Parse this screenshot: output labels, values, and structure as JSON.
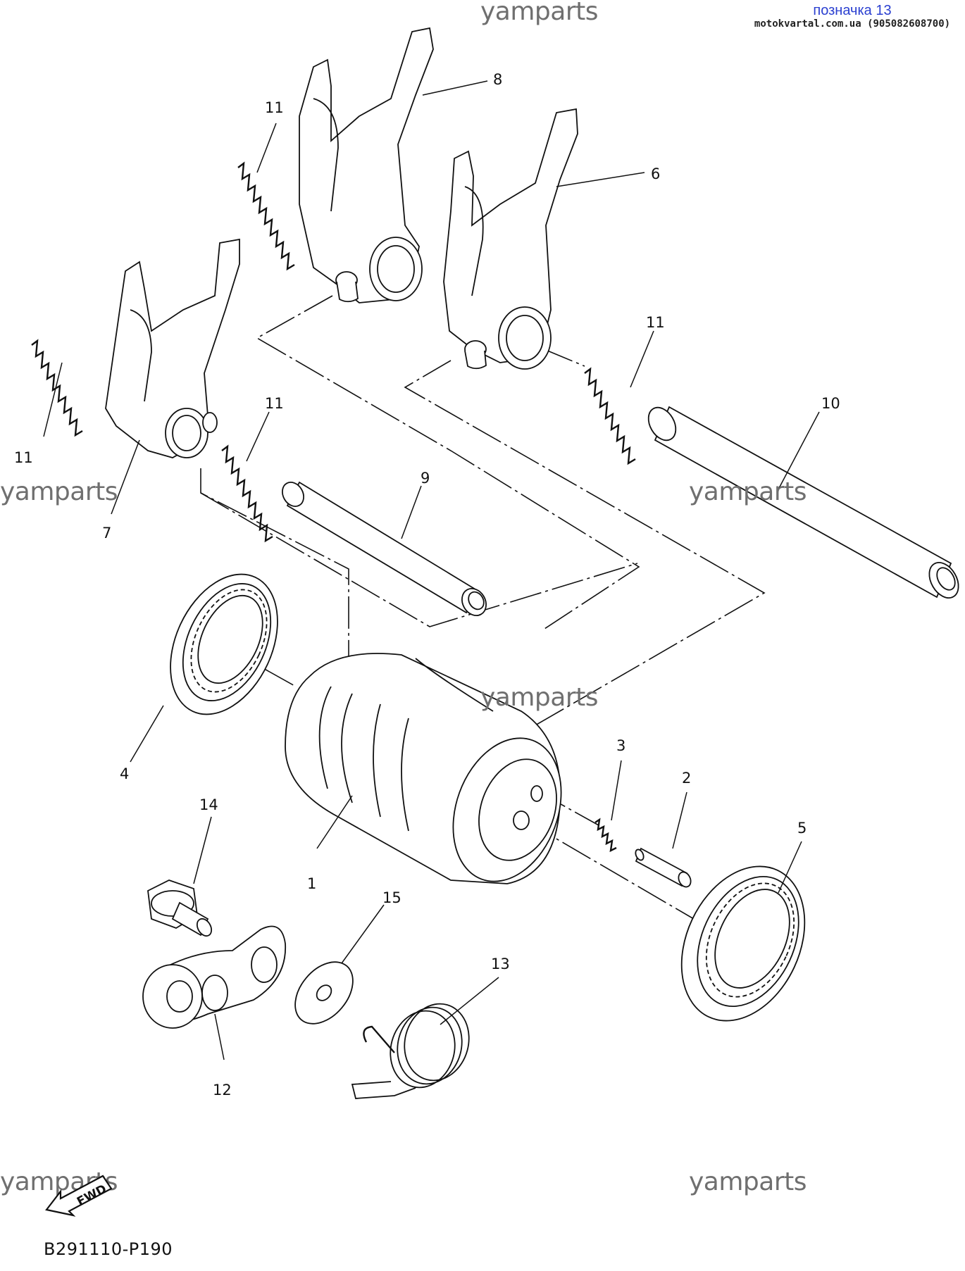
{
  "header": {
    "stamp_title": "позначка 13",
    "stamp_subtitle": "motokvartal.com.ua (905082608700)"
  },
  "watermarks": [
    "yamparts",
    "yamparts",
    "yamparts",
    "yamparts",
    "yamparts",
    "yamparts"
  ],
  "callouts": [
    "1",
    "2",
    "3",
    "4",
    "5",
    "6",
    "7",
    "8",
    "9",
    "10",
    "11",
    "11",
    "11",
    "11",
    "12",
    "13",
    "14",
    "15"
  ],
  "fwd_badge": "FWD",
  "diagram_code": "B291110-P190"
}
